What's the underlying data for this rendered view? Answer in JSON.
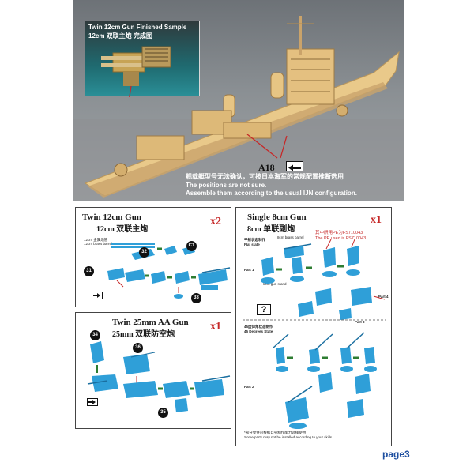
{
  "photo": {
    "inset_title_en": "Twin 12cm Gun Finished Sample",
    "inset_title_cn": "12cm 双联主炮 完成图",
    "label": "A18",
    "note_cn": "舰载艇型号无法确认，可按日本海军的常规配置推断选用",
    "note_en1": "The positions are not sure.",
    "note_en2": "Assemble them according to the usual IJN configuration."
  },
  "panel1": {
    "title_en": "Twin 12cm Gun",
    "title_cn": "12cm 双联主炮",
    "multiplier": "x2",
    "part_label_cn": "12cm 金属炮管",
    "part_label_en": "12cm brass barrel",
    "parts": [
      "32",
      "C1",
      "31",
      "33"
    ]
  },
  "panel2": {
    "title_en": "Twin 25mm AA Gun",
    "title_cn": "25mm 双联防空炮",
    "multiplier": "x1",
    "parts": [
      "34",
      "36",
      "35"
    ]
  },
  "panel3": {
    "title_en": "Single 8cm Gun",
    "title_cn": "8cm 单联副炮",
    "multiplier": "x1",
    "flat_cn": "平射状态制作",
    "flat_en": "Flat state",
    "brass_barrel": "8cm brass barrel",
    "gun_stand": "8cm gun stand",
    "pe_cn": "其中所用PE为FS710043",
    "pe_en": "The PE used is FS710043",
    "deg_cn": "45度仰角状态制作",
    "deg_en": "45 Degrees State",
    "question": "?",
    "parts": [
      "Part 1",
      "Part 2",
      "Part 3",
      "Part 4"
    ],
    "footer_cn": "*部分零件可根据自身制作能力选择使用",
    "footer_en": "Some parts may not be installed according to your skills"
  },
  "page_label": "page3",
  "colors": {
    "blue": "#2f9fd8",
    "red": "#c62828",
    "wood": "#e9c98a"
  }
}
